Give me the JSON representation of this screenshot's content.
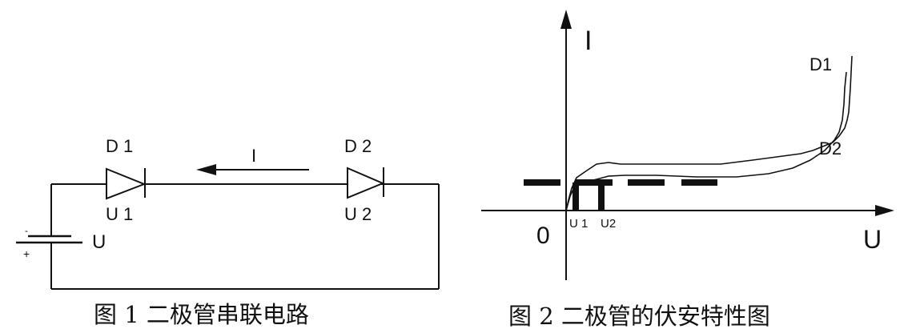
{
  "figure1": {
    "caption": "图 1 二极管串联电路",
    "diode1": {
      "name": "D 1",
      "voltage": "U 1"
    },
    "diode2": {
      "name": "D 2",
      "voltage": "U 2"
    },
    "current_label": "I",
    "source_label": "U",
    "battery_minus": "-",
    "battery_plus": "+"
  },
  "figure2": {
    "caption": "图 2 二极管的伏安特性图",
    "y_axis_label": "I",
    "x_axis_label": "U",
    "origin_label": "0",
    "curve1_label": "D1",
    "curve2_label": "D2",
    "u1_label": "U 1",
    "u2_label": "U2"
  },
  "colors": {
    "ink": "#111111",
    "background": "#ffffff"
  }
}
